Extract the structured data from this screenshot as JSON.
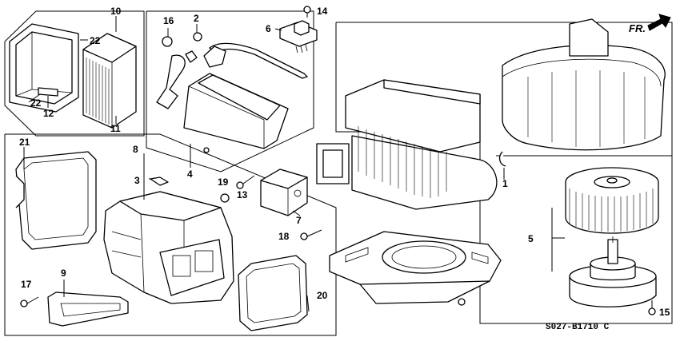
{
  "diagram": {
    "orientation_label": "FR.",
    "drawing_code": "S027-B1710 C",
    "labels": {
      "p1": "1",
      "p2": "2",
      "p3": "3",
      "p4": "4",
      "p5": "5",
      "p6": "6",
      "p7": "7",
      "p8": "8",
      "p9": "9",
      "p10": "10",
      "p11": "11",
      "p12": "12",
      "p13": "13",
      "p14": "14",
      "p15": "15",
      "p16": "16",
      "p17": "17",
      "p18": "18",
      "p19": "19",
      "p20": "20",
      "p21": "21",
      "p22a": "22",
      "p22b": "22"
    }
  }
}
